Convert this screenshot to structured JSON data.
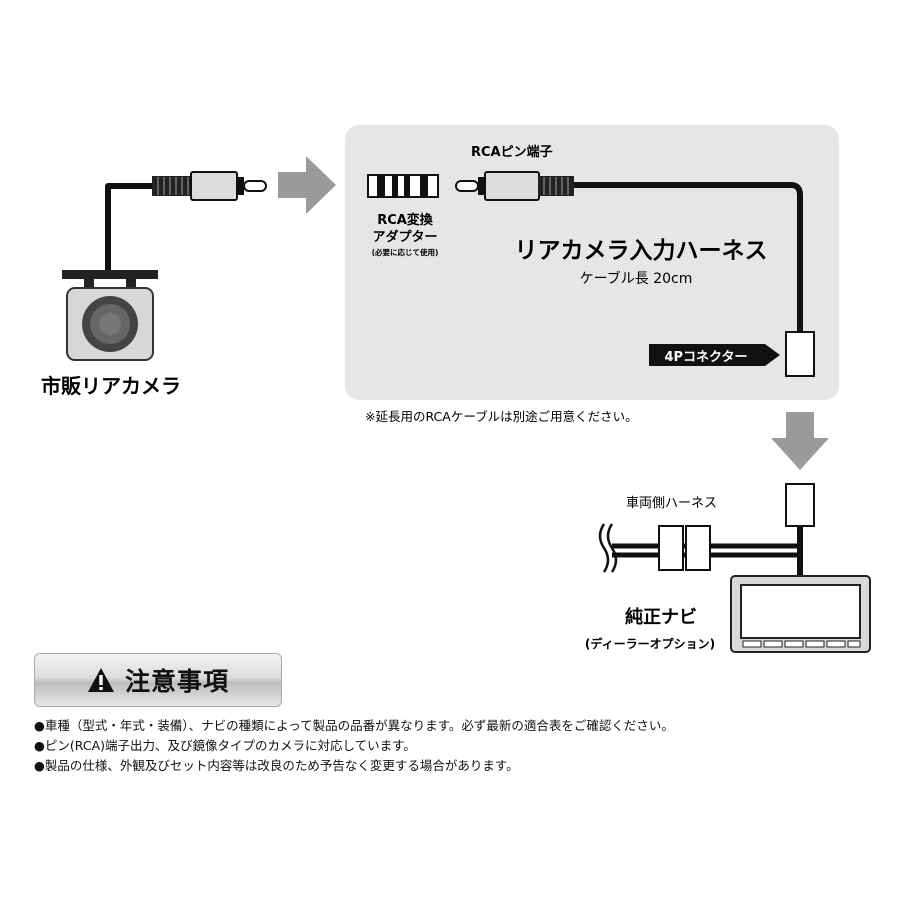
{
  "labels": {
    "rca_pin_terminal": "RCAピン端子",
    "rca_adapter_line1": "RCA変換",
    "rca_adapter_line2": "アダプター",
    "rca_adapter_note": "(必要に応じて使用)",
    "harness_title": "リアカメラ入力ハーネス",
    "cable_length": "ケーブル長 20cm",
    "connector_4p": "4Pコネクター",
    "rca_cable_note": "※延長用のRCAケーブルは別途ご用意ください。",
    "vehicle_harness": "車両側ハーネス",
    "genuine_navi": "純正ナビ",
    "dealer_option": "(ディーラーオプション)",
    "retail_camera": "市販リアカメラ"
  },
  "caution": {
    "icon": "warning-triangle-icon",
    "title": "注意事項",
    "items": [
      "●車種（型式・年式・装備）、ナビの種類によって製品の品番が異なります。必ず最新の適合表をご確認ください。",
      "●ピン(RCA)端子出力、及び鏡像タイプのカメラに対応しています。",
      "●製品の仕様、外観及びセット内容等は改良のため予告なく変更する場合があります。"
    ]
  },
  "colors": {
    "panel_bg": "#e6e6e6",
    "arrow": "#9a9a9a",
    "cable": "#111111"
  }
}
